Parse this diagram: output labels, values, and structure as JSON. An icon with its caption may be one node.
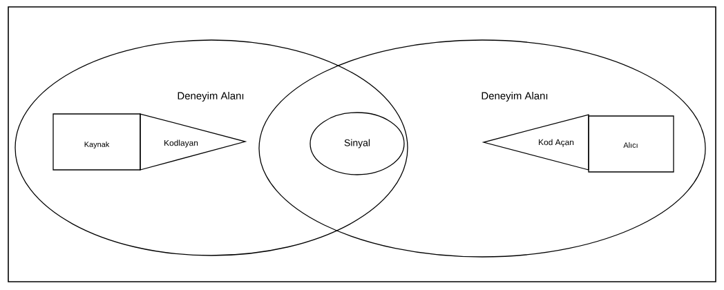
{
  "diagram": {
    "nodes": [
      {
        "text": [
          "Deneyim Alanı"
        ]
      },
      {
        "text": [
          "Kaynak"
        ],
        "in": 0
      },
      {
        "text": [
          "Kodlayan"
        ],
        "in": 0
      },
      {
        "text": [
          "Deneyim Alanı"
        ]
      },
      {
        "text": [
          "Sinyal"
        ]
      },
      {
        "text": [
          "Kod Açan"
        ],
        "in": 3
      },
      {
        "text": [
          "Alıcı"
        ],
        "in": 3
      }
    ]
  }
}
